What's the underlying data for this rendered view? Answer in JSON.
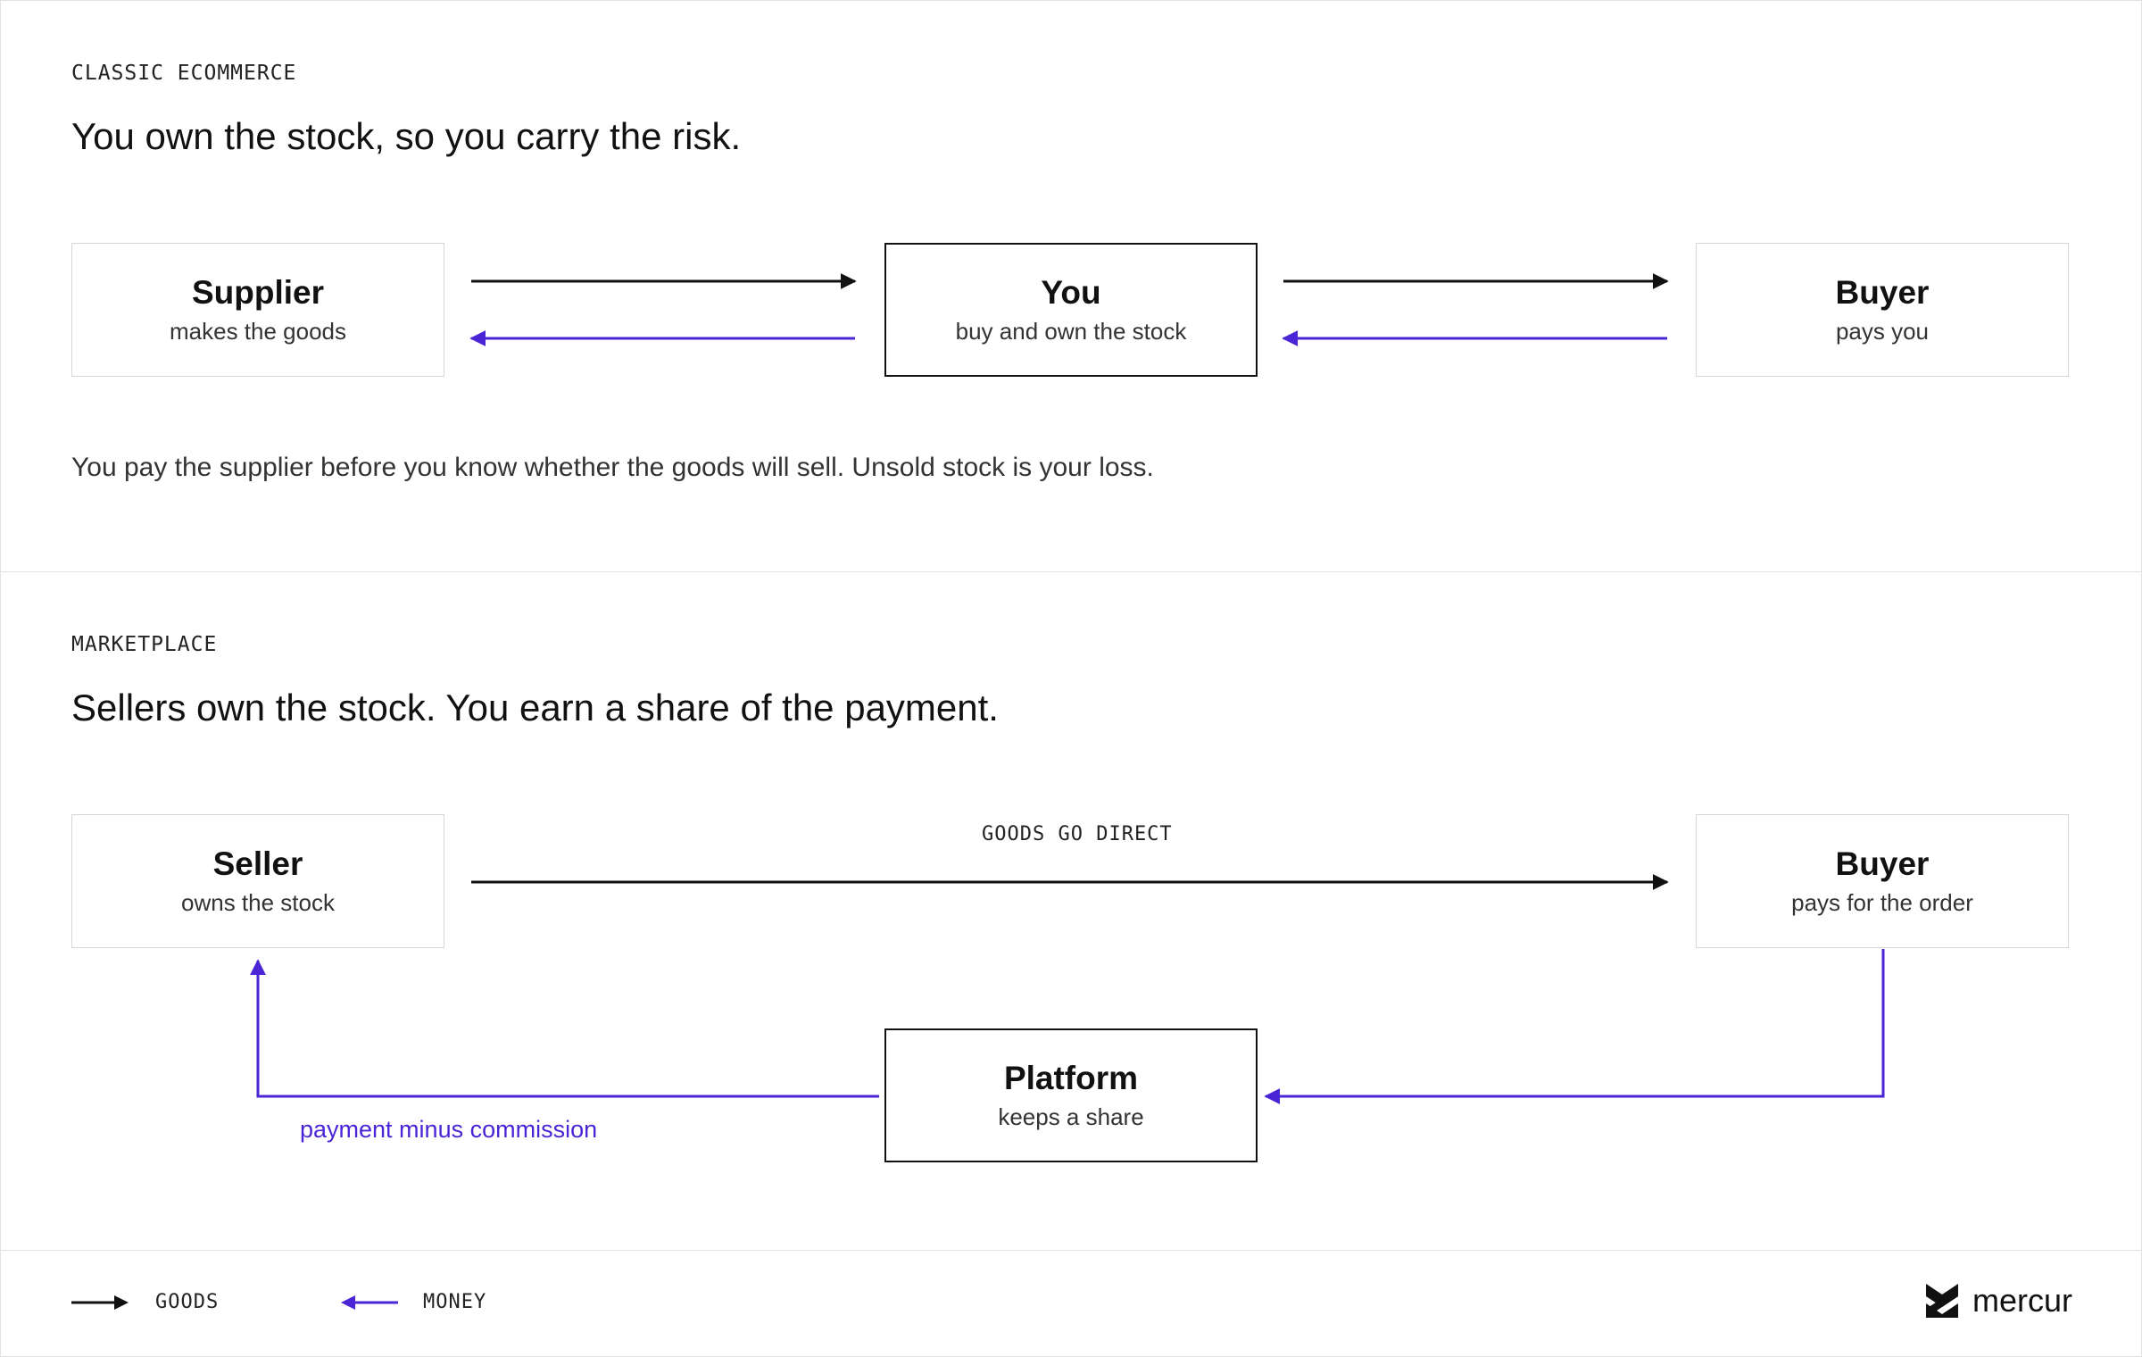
{
  "classic": {
    "eyebrow": "CLASSIC ECOMMERCE",
    "heading": "You own the stock, so you carry the risk.",
    "nodes": {
      "supplier": {
        "title": "Supplier",
        "subtitle": "makes the goods"
      },
      "you": {
        "title": "You",
        "subtitle": "buy and own the stock"
      },
      "buyer": {
        "title": "Buyer",
        "subtitle": "pays you"
      }
    },
    "note": "You pay the supplier before you know whether the goods will sell. Unsold stock is your loss."
  },
  "marketplace": {
    "eyebrow": "MARKETPLACE",
    "heading": "Sellers own the stock. You earn a share of the payment.",
    "nodes": {
      "seller": {
        "title": "Seller",
        "subtitle": "owns the stock"
      },
      "buyer": {
        "title": "Buyer",
        "subtitle": "pays for the order"
      },
      "platform": {
        "title": "Platform",
        "subtitle": "keeps a share"
      }
    },
    "goods_label": "GOODS GO DIRECT",
    "money_label": "payment minus commission"
  },
  "legend": {
    "goods": "GOODS",
    "money": "MONEY"
  },
  "brand": {
    "name": "mercur",
    "icon": "mercur-logo-icon"
  },
  "colors": {
    "goods": "#111111",
    "money": "#4a25d6",
    "border": "#d6d6d6"
  }
}
